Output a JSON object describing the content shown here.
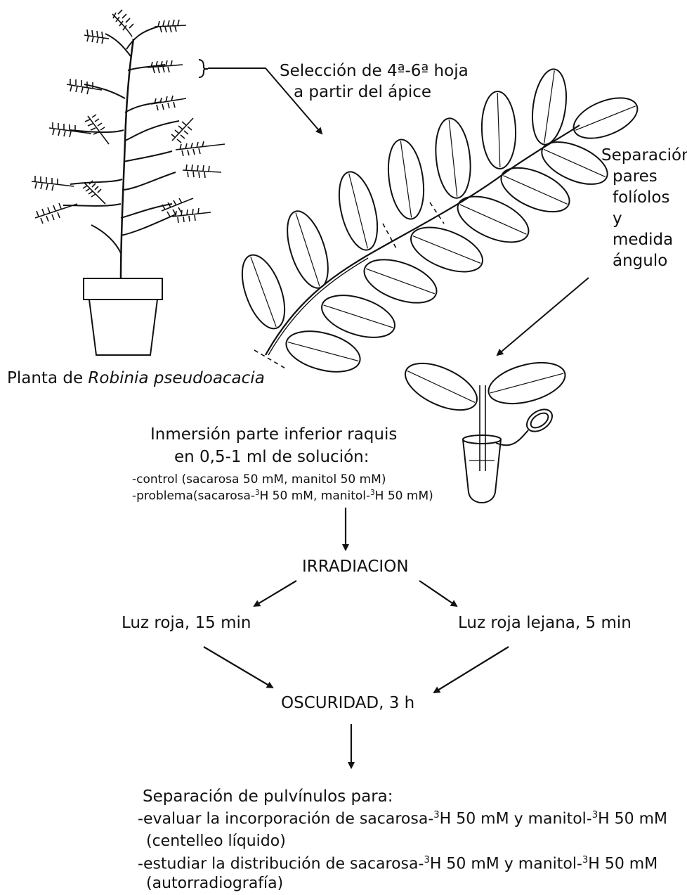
{
  "labels": {
    "seleccion_1": "Selección de 4ª-6ª hoja",
    "seleccion_2": "a partir del ápice",
    "separacion_1": "Separación",
    "separacion_2": "pares",
    "separacion_3": "folíolos",
    "separacion_4": "y",
    "separacion_5": "medida",
    "separacion_6": "ángulo",
    "planta_prefix": "Planta de ",
    "planta_species": "Robinia pseudoacacia",
    "inmersion_1": "Inmersión parte inferior raquis",
    "inmersion_2": "en 0,5-1 ml de solución:",
    "control_a": "-control ",
    "control_b": "(sacarosa 50 mM, manitol 50 mM)",
    "problema_a": "-problema",
    "problema_b": "(sacarosa-",
    "problema_c": "H 50 mM, manitol-",
    "problema_d": "H 50 mM)",
    "irradiacion": "IRRADIACION",
    "luz_roja": "Luz roja, 15 min",
    "luz_lejana": "Luz roja lejana, 5 min",
    "oscuridad": "OSCURIDAD, 3 h",
    "sep_pulv_a": "Separación de pulvínulos ",
    "sep_pulv_b": "para:",
    "eval_a": "-evaluar la incorporación de sacarosa-",
    "eval_b": "H 50 mM y manitol-",
    "eval_c": "H 50 mM",
    "centelleo": "(centelleo líquido)",
    "estud_a": "-estudiar la distribución de sacarosa-",
    "estud_b": "H 50 mM y manitol-",
    "estud_c": "H 50 mM",
    "autorradio": "(autorradiografía)",
    "isotope_sup": "3"
  },
  "colors": {
    "ink": "#111111",
    "background": "#ffffff"
  }
}
